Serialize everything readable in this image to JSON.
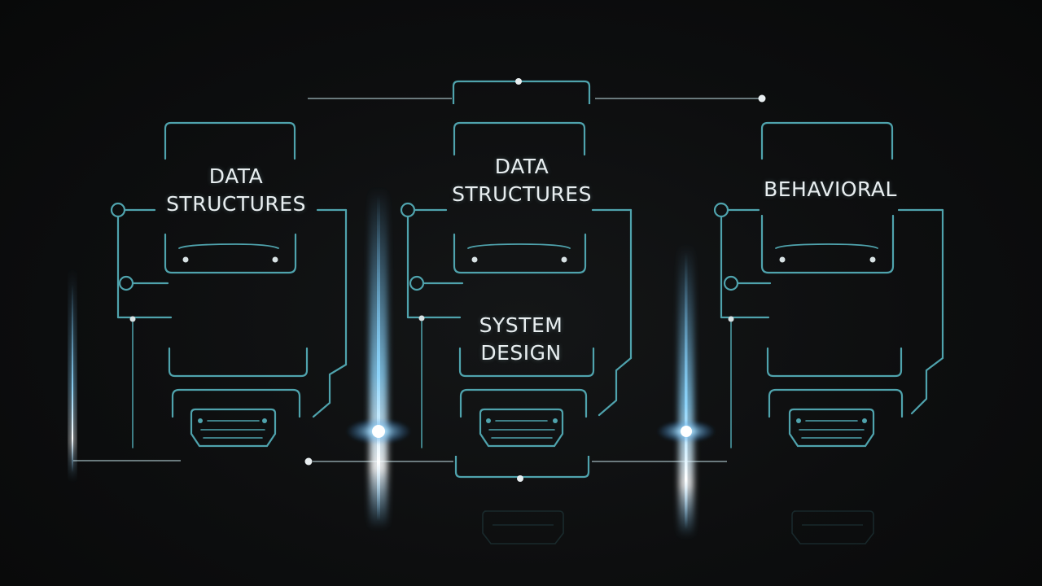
{
  "diagram": {
    "columns": [
      {
        "id": "col-1",
        "lines": [
          "DATA",
          "STRUCTURES"
        ]
      },
      {
        "id": "col-2",
        "lines": [
          "DATA",
          "STRUCTURES"
        ]
      },
      {
        "id": "col-3",
        "lines": [
          "BEHAVIORAL"
        ]
      }
    ],
    "secondary_label": {
      "lines": [
        "SYSTEM",
        "DESIGN"
      ]
    }
  },
  "colors": {
    "background": "#0b0c0d",
    "circuit_line": "#4fa3ad",
    "accent_glow": "#6fc8ff",
    "text": "#e8eef0"
  }
}
